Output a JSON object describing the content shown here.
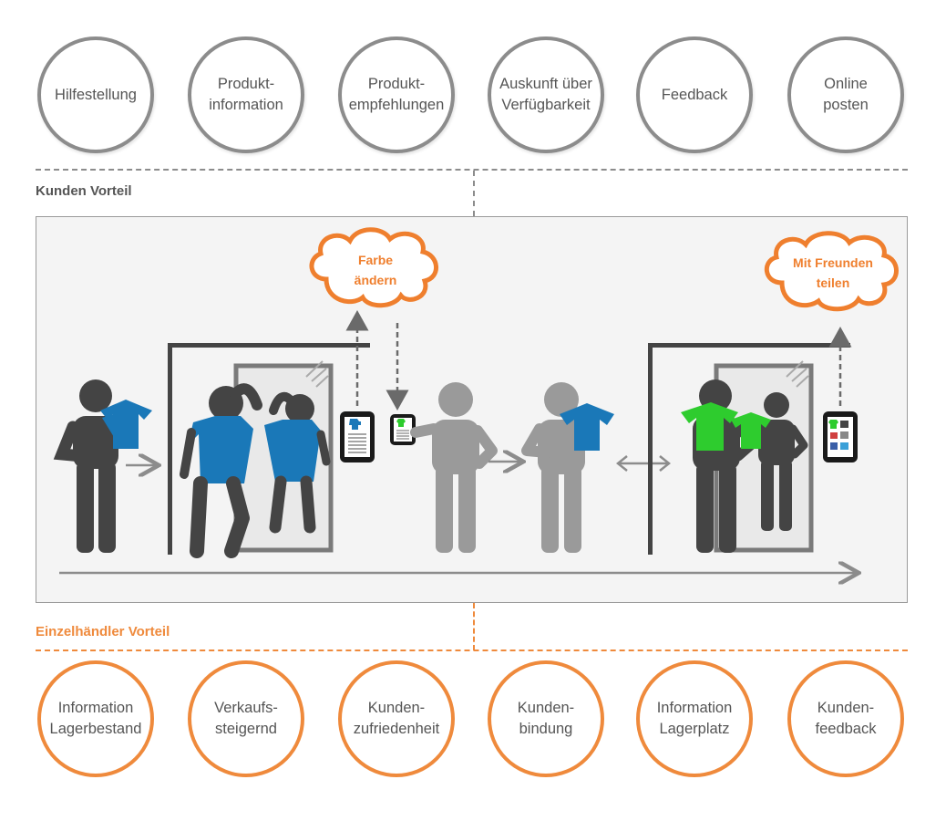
{
  "customer_benefits": [
    {
      "label": "Hilfestellung"
    },
    {
      "label": "Produkt-\ninformation"
    },
    {
      "label": "Produkt-\nempfehlungen"
    },
    {
      "label": "Auskunft über\nVerfügbarkeit"
    },
    {
      "label": "Feedback"
    },
    {
      "label": "Online\nposten"
    }
  ],
  "customer_benefit_title": "Kunden Vorteil",
  "retailer_benefit_title": "Einzelhändler Vorteil",
  "retailer_benefits": [
    {
      "label": "Information\nLagerbestand"
    },
    {
      "label": "Verkaufs-\nsteigernd"
    },
    {
      "label": "Kunden-\nzufriedenheit"
    },
    {
      "label": "Kunden-\nbindung"
    },
    {
      "label": "Information\nLagerplatz"
    },
    {
      "label": "Kunden-\nfeedback"
    }
  ],
  "scene": {
    "cloud_color_change": {
      "line1": "Farbe",
      "line2": "ändern"
    },
    "cloud_share": {
      "line1": "Mit Freunden",
      "line2": "teilen"
    }
  },
  "colors": {
    "grey_circle": "#8c8c8c",
    "orange_accent": "#ef8a3c",
    "figure_dark": "#444444",
    "figure_light": "#9a9a9a",
    "shirt_blue": "#1a78b8",
    "shirt_green": "#2ecc2e"
  },
  "icons": [
    "person-with-blue-shirt-icon",
    "mirror-icon",
    "tablet-icon",
    "person-with-green-shirt-icon",
    "cloud-icon"
  ]
}
